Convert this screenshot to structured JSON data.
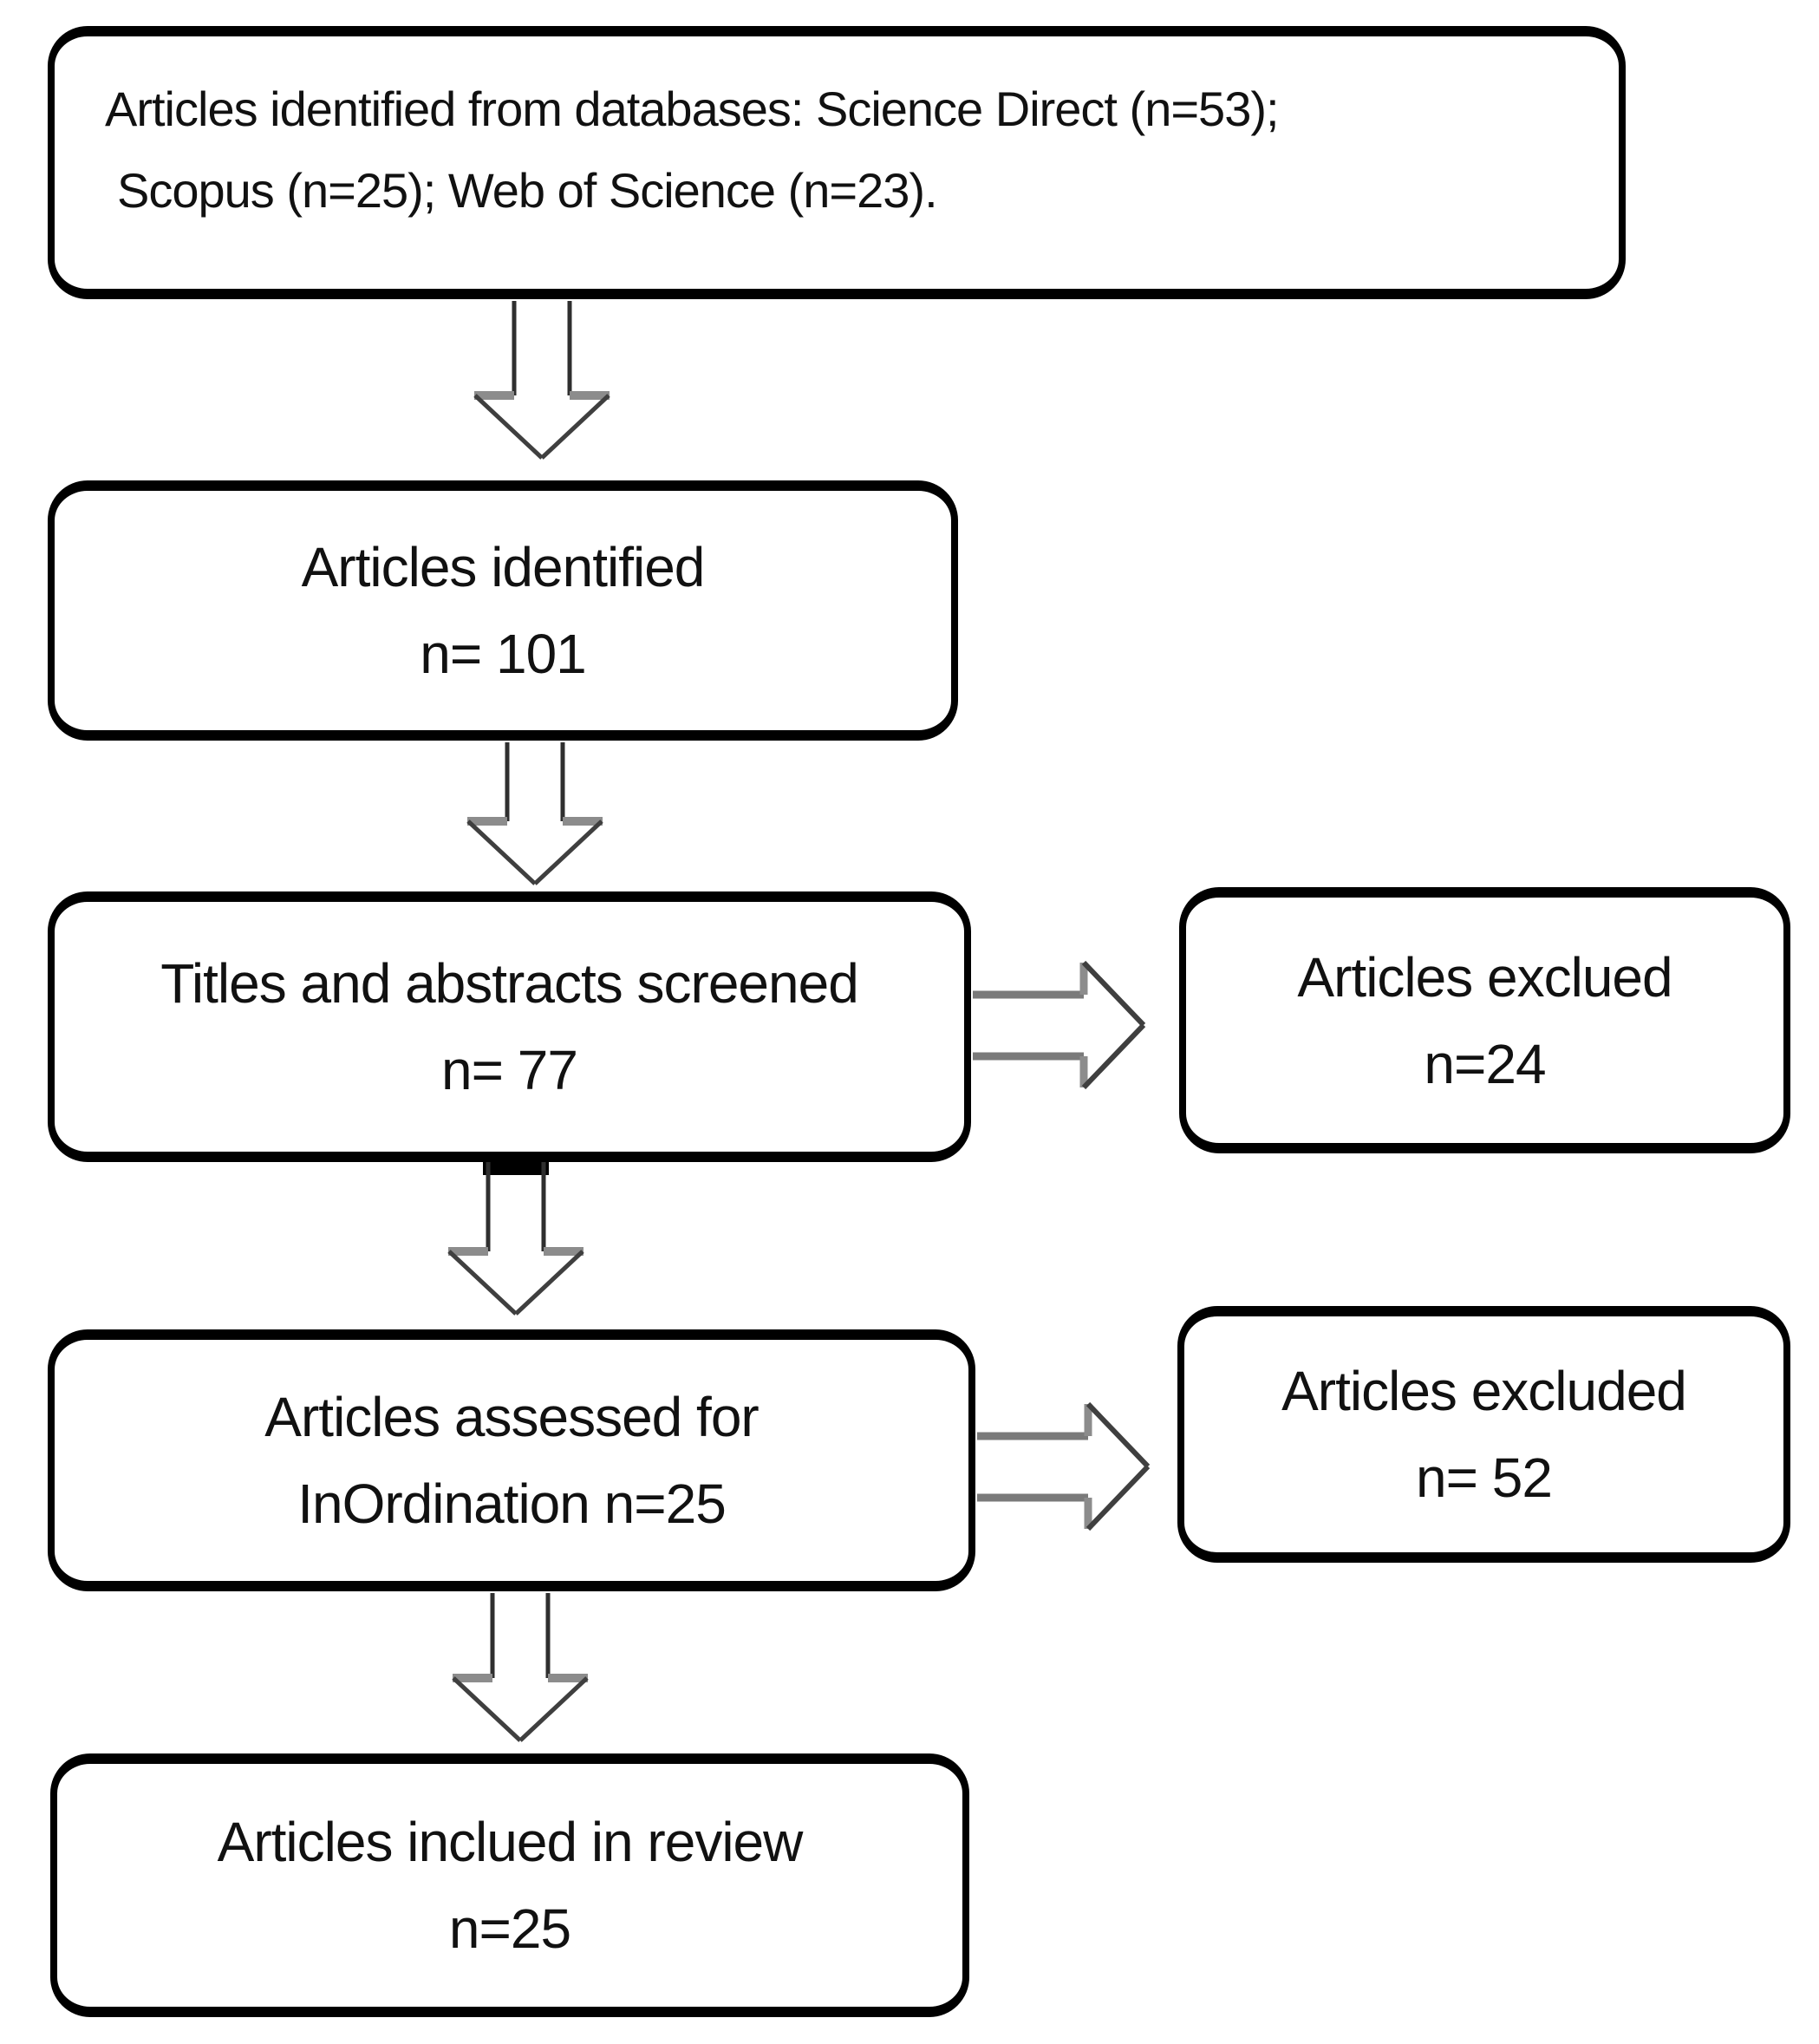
{
  "figure": {
    "type": "flowchart",
    "background_color": "#ffffff",
    "box_border_color": "#000000",
    "arrow_head_color": "#3f3f3f",
    "arrow_shaft_color": "#2f2f2f",
    "arrow_gray_accent": "#8c8c8c",
    "h_arrow_shaft_color": "#7a7a7a",
    "boxes": {
      "identified_sources": {
        "lines": [
          "Articles identified from databases: Science Direct (n=53);",
          "Scopus (n=25); Web of Science (n=23)."
        ]
      },
      "identified": {
        "lines": [
          "Articles identified",
          "n= 101"
        ]
      },
      "screened": {
        "lines": [
          "Titles and abstracts screened",
          "n= 77"
        ]
      },
      "excluded_screening": {
        "lines": [
          "Articles exclued",
          "n=24"
        ]
      },
      "assessed": {
        "lines": [
          "Articles assessed for",
          "InOrdination n=25"
        ]
      },
      "excluded_assessment": {
        "lines": [
          "Articles excluded",
          "n= 52"
        ]
      },
      "included": {
        "lines": [
          "Articles inclued in review",
          "n=25"
        ]
      }
    }
  }
}
